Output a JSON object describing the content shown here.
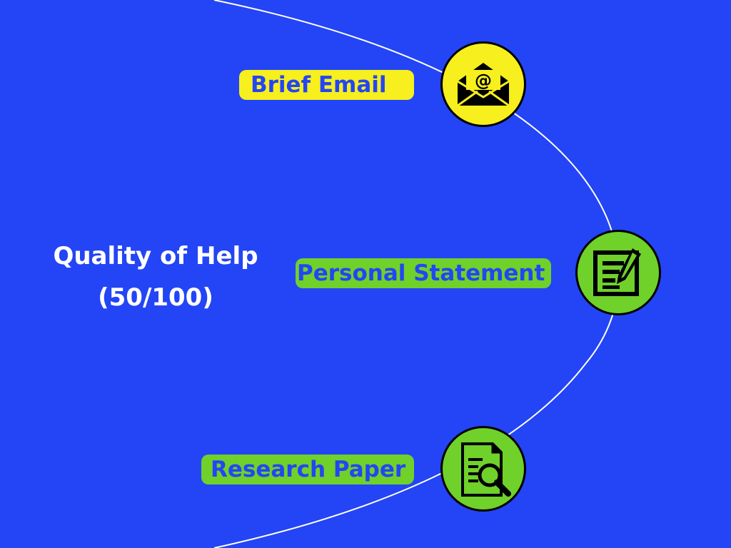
{
  "title": {
    "line1": "Quality of Help",
    "line2": "(50/100)"
  },
  "colors": {
    "background": "#2345f5",
    "arc": "#ffffff",
    "yellow": "#f7ef1e",
    "green": "#6fd12a",
    "label_text": "#2345f5"
  },
  "items": [
    {
      "label": "Brief Email",
      "icon": "email-envelope-icon",
      "color": "yellow"
    },
    {
      "label": "Personal Statement",
      "icon": "document-pencil-icon",
      "color": "green"
    },
    {
      "label": "Research Paper",
      "icon": "document-magnifier-icon",
      "color": "green"
    }
  ]
}
